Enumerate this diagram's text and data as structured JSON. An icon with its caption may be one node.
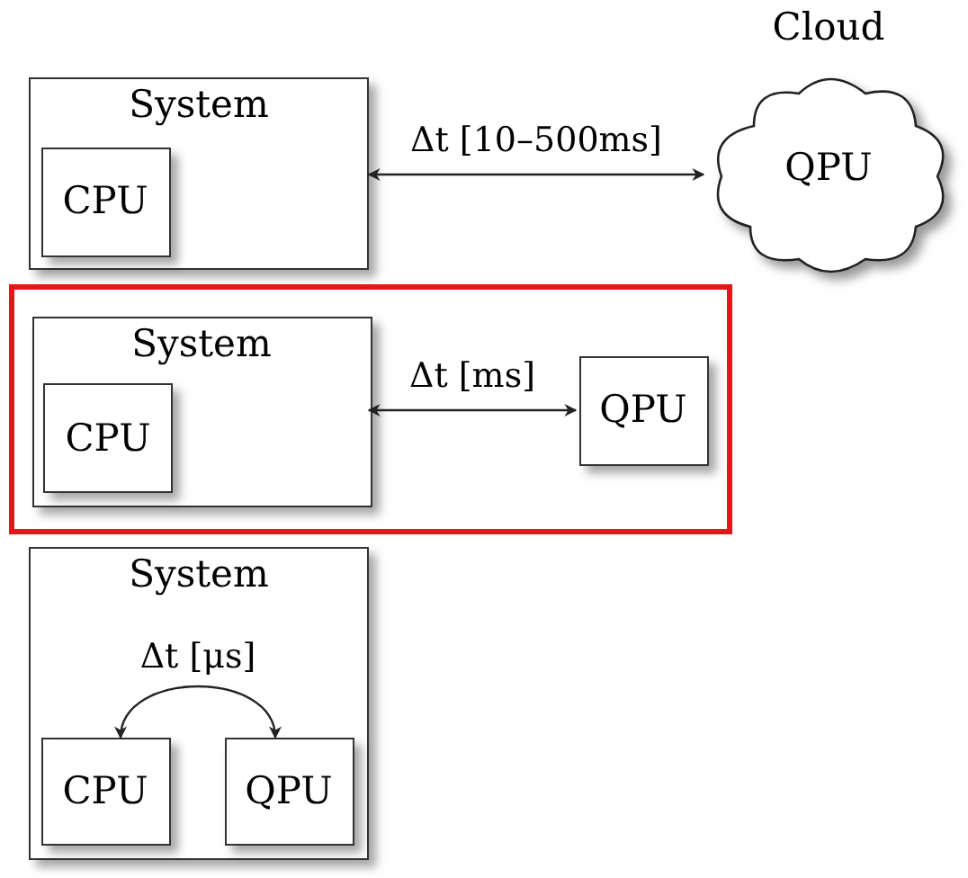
{
  "diagram": {
    "nodes": [
      {
        "text": [
          "System"
        ]
      },
      {
        "text": [
          "CPU"
        ],
        "in": 0
      },
      {
        "text": [
          "Cloud",
          "QPU"
        ]
      },
      {
        "text": [],
        "shape": "box"
      },
      {
        "text": [
          "System"
        ],
        "in": 3
      },
      {
        "text": [
          "CPU"
        ],
        "in": 4
      },
      {
        "text": [
          "QPU"
        ],
        "in": 3
      },
      {
        "text": [
          "System"
        ]
      },
      {
        "text": [
          "CPU"
        ],
        "in": 7
      },
      {
        "text": [
          "QPU"
        ],
        "in": 7
      }
    ],
    "edges": [
      {
        "from": 0,
        "to": 2,
        "arrow": "both",
        "label": "Δt [10–500ms]"
      },
      {
        "from": 4,
        "to": 6,
        "arrow": "both",
        "label": "Δt [ms]"
      },
      {
        "from": 8,
        "to": 9,
        "arrow": "both",
        "label": "Δt [μs]"
      }
    ]
  }
}
